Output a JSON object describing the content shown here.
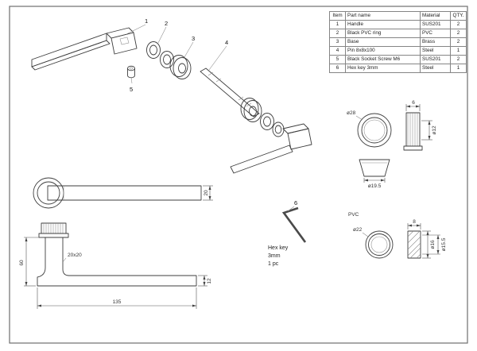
{
  "table": {
    "headers": [
      "Item",
      "Part name",
      "Material",
      "QTY."
    ],
    "rows": [
      [
        "1",
        "Handle",
        "SUS201",
        "2"
      ],
      [
        "2",
        "Black PVC ring",
        "PVC",
        "2"
      ],
      [
        "3",
        "Base",
        "Brass",
        "2"
      ],
      [
        "4",
        "Pin 8x8x100",
        "Steel",
        "1"
      ],
      [
        "5",
        "Black Socket Screw M6",
        "SUS201",
        "2"
      ],
      [
        "6",
        "Hex key 3mm",
        "Steel",
        "1"
      ]
    ]
  },
  "callouts": {
    "c1": "1",
    "c2": "2",
    "c3": "3",
    "c4": "4",
    "c5": "5",
    "c6": "6"
  },
  "dims": {
    "side_thickness": "20",
    "height": "60",
    "section": "20x20",
    "length": "135",
    "end_thickness": "12",
    "rose_outer": "ø28",
    "rose_width": "6",
    "rose_bore": "ø12",
    "cup_dia": "ø19.5",
    "ring_material": "PVC",
    "ring_outer": "ø22",
    "ring_width": "8",
    "ring_d1": "ø16",
    "ring_d2": "ø15.5"
  },
  "notes": {
    "hex1": "Hex key",
    "hex2": "3mm",
    "hex3": "1 pc"
  }
}
